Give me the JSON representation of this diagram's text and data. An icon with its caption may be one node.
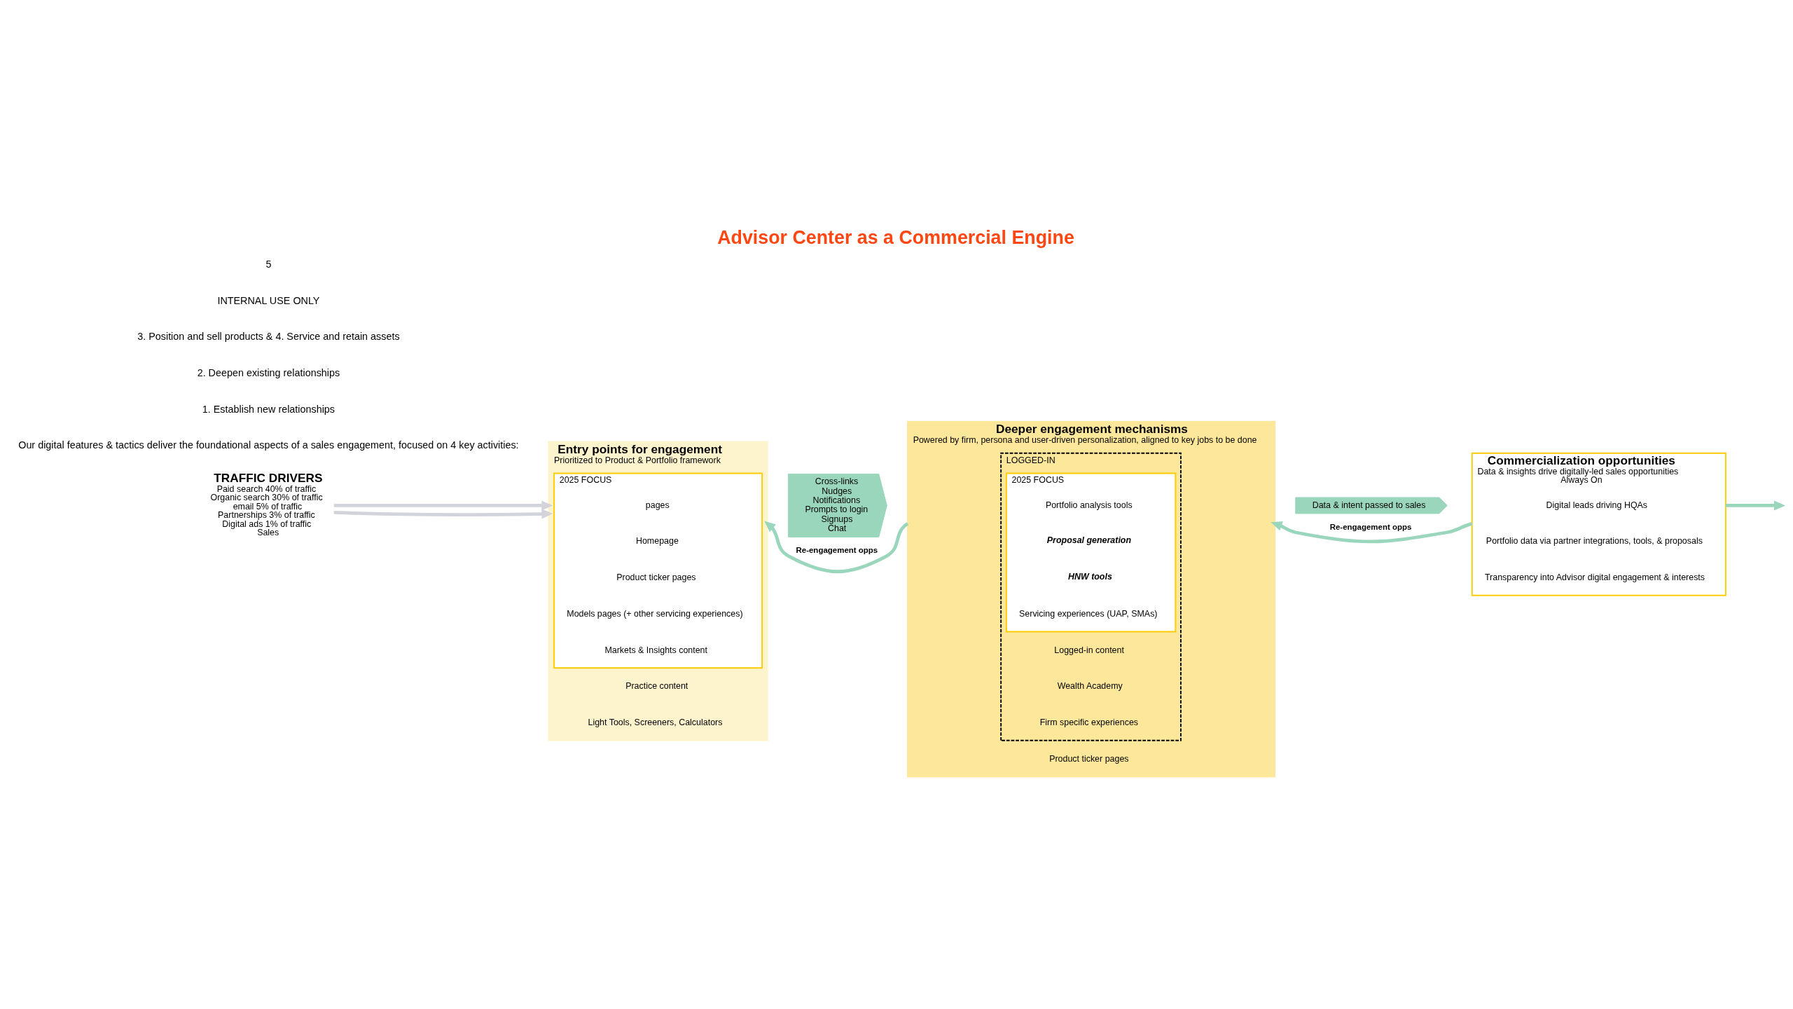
{
  "diagram": {
    "title": "Advisor Center as a Commercial Engine",
    "nodes": [
      {
        "text": [
          "TRAFFIC DRIVERS",
          "Paid search 40% of traffic",
          "Organic search 30% of traffic",
          "email 5% of traffic",
          "Partnerships 3% of traffic",
          "Digital ads 1% of traffic",
          "Sales"
        ]
      },
      {
        "text": [
          "Entry points for engagement",
          "Prioritized to Product & Portfolio framework"
        ]
      },
      {
        "text": [
          "2025 FOCUS"
        ],
        "in": 1
      },
      {
        "text": [
          "pages"
        ],
        "in": 2
      },
      {
        "text": [
          "Homepage"
        ],
        "in": 2
      },
      {
        "text": [
          "Product ticker pages"
        ],
        "in": 2
      },
      {
        "text": [
          "Models pages (+ other servicing experiences)"
        ],
        "in": 2
      },
      {
        "text": [
          "Markets & Insights content"
        ],
        "in": 2
      },
      {
        "text": [
          "Practice content"
        ],
        "in": 1
      },
      {
        "text": [
          "Light Tools, Screeners, Calculators"
        ],
        "in": 1
      },
      {
        "text": [
          "Cross-links",
          "Nudges",
          "Notifications",
          "Prompts to login",
          "Signups",
          "Chat"
        ]
      },
      {
        "text": [
          "Deeper engagement mechanisms",
          "Powered by firm, persona and user-driven personalization, aligned to key jobs to be done"
        ]
      },
      {
        "text": [
          "LOGGED-IN"
        ],
        "in": 11
      },
      {
        "text": [
          "2025 FOCUS"
        ],
        "in": 12
      },
      {
        "text": [
          "Portfolio analysis tools"
        ],
        "in": 13
      },
      {
        "text": [
          "Proposal generation"
        ],
        "in": 13
      },
      {
        "text": [
          "HNW tools"
        ],
        "in": 13
      },
      {
        "text": [
          "Servicing experiences (UAP, SMAs)"
        ],
        "in": 13
      },
      {
        "text": [
          "Logged-in content"
        ],
        "in": 12
      },
      {
        "text": [
          "Wealth Academy"
        ],
        "in": 12
      },
      {
        "text": [
          "Firm specific experiences"
        ],
        "in": 12
      },
      {
        "text": [
          "Product ticker pages"
        ],
        "in": 11
      },
      {
        "text": [
          "Data & intent passed to sales"
        ]
      },
      {
        "text": [
          "Commercialization opportunities",
          "Data & insights drive digitally-led sales opportunities",
          "Always On"
        ]
      },
      {
        "text": [
          "Digital leads driving HQAs"
        ],
        "in": 23
      },
      {
        "text": [
          "Portfolio data via partner integrations, tools, & proposals"
        ],
        "in": 23
      },
      {
        "text": [
          "Transparency into Advisor digital engagement & interests"
        ],
        "in": 23
      }
    ],
    "edges": [
      {
        "from": 0,
        "to": 1,
        "arrow": "to",
        "color": "#d3d3dc"
      },
      {
        "from": 0,
        "to": 1,
        "arrow": "to",
        "color": "#d3d3dc"
      },
      {
        "from": 23,
        "to": 11,
        "arrow": "to",
        "label": "Re-engagement opps"
      },
      {
        "from": 11,
        "to": 1,
        "arrow": "to",
        "label": "Re-engagement opps"
      },
      {
        "from": 23,
        "to": null,
        "arrow": "to"
      }
    ],
    "labels": [
      "Our digital features & tactics deliver the foundational aspects of a sales engagement, focused on 4 key activities:",
      "1. Establish new relationships",
      "2. Deepen existing relationships",
      "3. Position and sell products & 4. Service and retain assets",
      "INTERNAL USE ONLY",
      "5"
    ]
  }
}
